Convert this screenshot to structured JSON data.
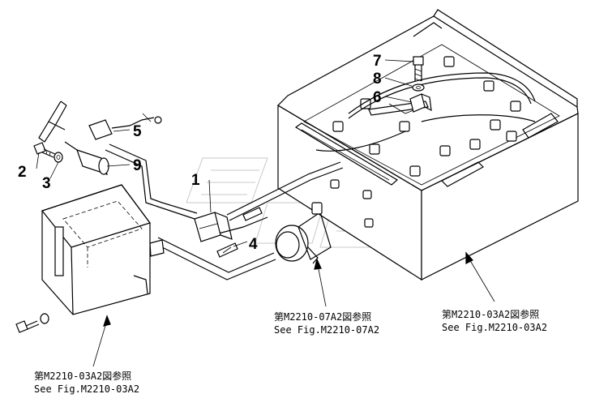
{
  "callouts": [
    {
      "number": "1"
    },
    {
      "number": "2"
    },
    {
      "number": "3"
    },
    {
      "number": "4"
    },
    {
      "number": "5"
    },
    {
      "number": "6"
    },
    {
      "number": "7"
    },
    {
      "number": "8"
    },
    {
      "number": "9"
    }
  ],
  "references": [
    {
      "line1": "第M2210-03A2図参照",
      "line2": "See Fig.M2210-03A2"
    },
    {
      "line1": "第M2210-07A2図参照",
      "line2": "See Fig.M2210-07A2"
    },
    {
      "line1": "第M2210-03A2図参照",
      "line2": "See Fig.M2210-03A2"
    }
  ],
  "colors": {
    "line": "#000000",
    "background": "#ffffff",
    "watermark": "#c8c8c8"
  }
}
